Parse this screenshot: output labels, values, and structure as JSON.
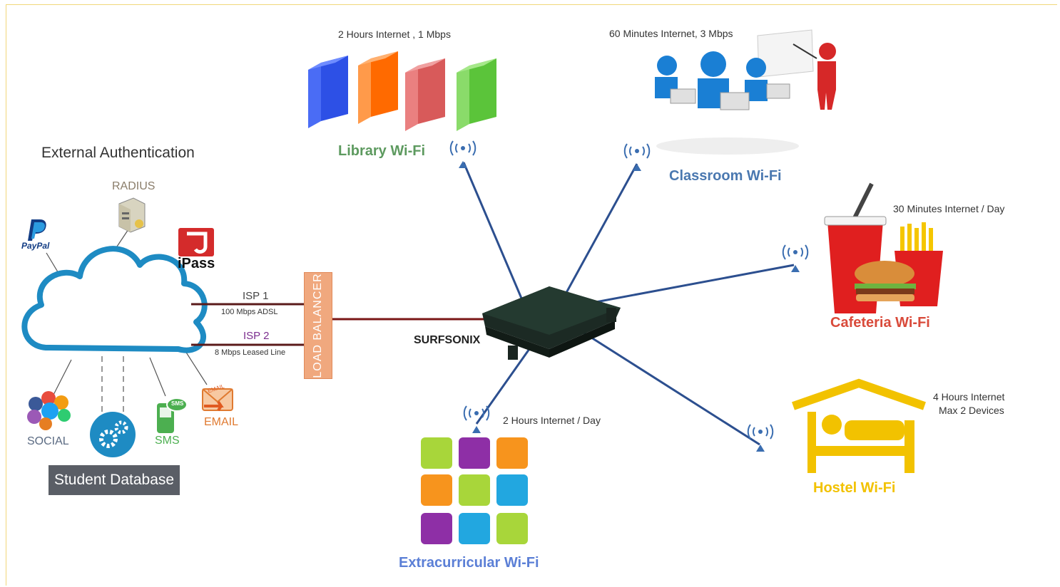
{
  "external_auth": {
    "title": "External Authentication"
  },
  "auth_sources": {
    "radius": "RADIUS",
    "paypal": "PayPal",
    "ipass": "iPass",
    "social": "SOCIAL",
    "sms": "SMS",
    "sms_badge": "SMS",
    "email": "EMAIL",
    "email_badge": "EMAIL",
    "student_db": "Student Database"
  },
  "links": {
    "isp1": {
      "label": "ISP 1",
      "detail": "100 Mbps ADSL"
    },
    "isp2": {
      "label": "ISP 2",
      "detail": "8 Mbps Leased Line"
    }
  },
  "load_balancer": "LOAD BALANCER",
  "device": "SURFSONIX",
  "zones": {
    "library": {
      "name": "Library Wi-Fi",
      "policy": "2 Hours Internet , 1 Mbps",
      "color": "#5d9a5f"
    },
    "classroom": {
      "name": "Classroom Wi-Fi",
      "policy": "60 Minutes Internet, 3 Mbps",
      "color": "#4a78b0"
    },
    "cafeteria": {
      "name": "Cafeteria Wi-Fi",
      "policy": "30 Minutes Internet / Day",
      "color": "#d94a3a"
    },
    "hostel": {
      "name": "Hostel Wi-Fi",
      "policy_line1": "4 Hours Internet",
      "policy_line2": "Max 2 Devices",
      "color": "#f2c200"
    },
    "extracurricular": {
      "name": "Extracurricular Wi-Fi",
      "policy": "2 Hours Internet / Day",
      "color": "#5b7fd6"
    }
  },
  "colors": {
    "cloud": "#1e8bc3",
    "isp_line": "#5a1a1a",
    "wifi_line": "#2c4f8f",
    "antenna": "#3a6db0"
  }
}
